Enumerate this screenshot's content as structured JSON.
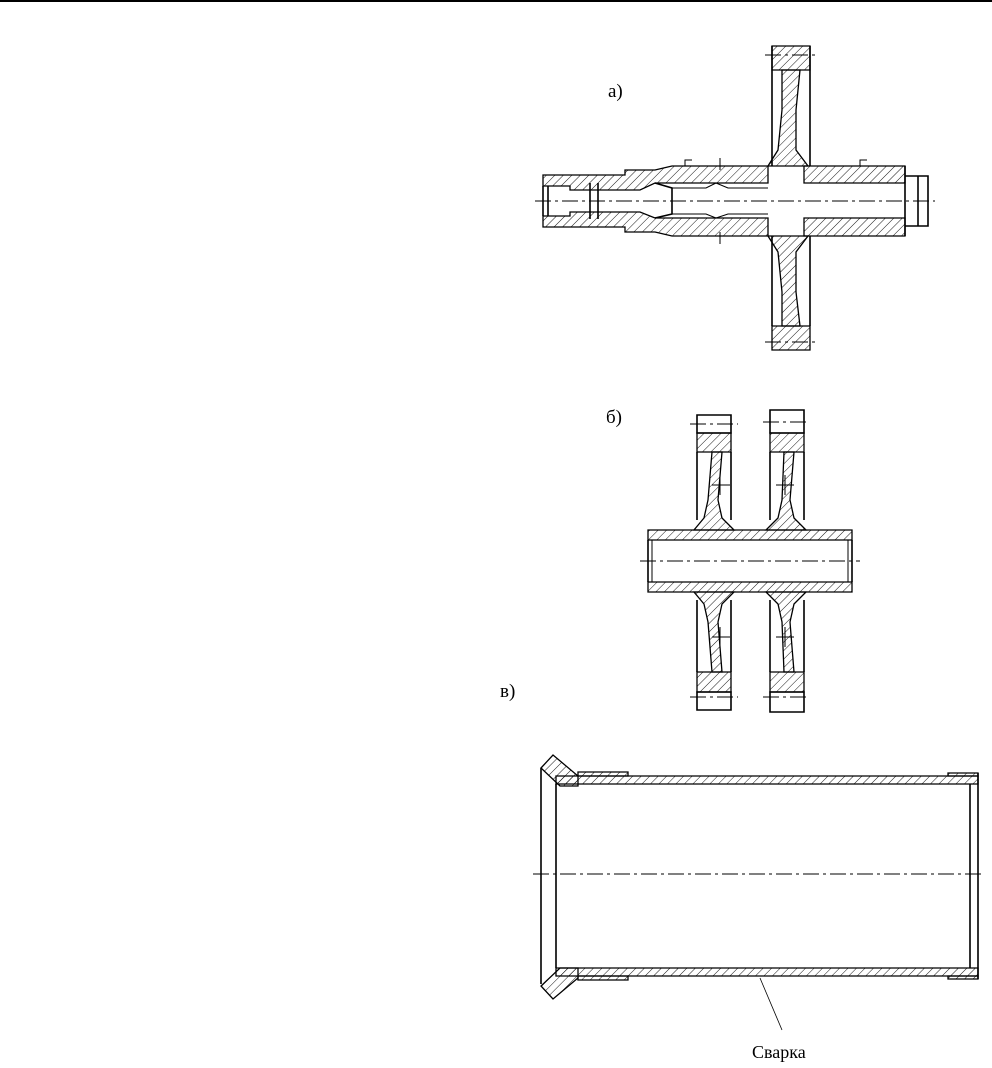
{
  "labels": {
    "a": "а)",
    "b": "б)",
    "v": "в)"
  },
  "annotations": {
    "weld": "Сварка"
  }
}
